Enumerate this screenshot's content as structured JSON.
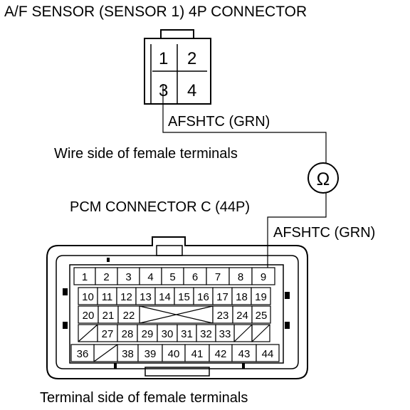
{
  "sensor_connector": {
    "title": "A/F SENSOR (SENSOR 1) 4P CONNECTOR",
    "pins": [
      "1",
      "2",
      "3",
      "4"
    ],
    "view_label": "Wire side of female terminals"
  },
  "wire": {
    "top_label": "AFSHTC (GRN)",
    "bottom_label": "AFSHTC (GRN)",
    "meter_symbol": "Ω"
  },
  "pcm_connector": {
    "title": "PCM CONNECTOR C (44P)",
    "view_label": "Terminal side of female terminals",
    "rows": [
      [
        "1",
        "2",
        "3",
        "4",
        "5",
        "6",
        "7",
        "8",
        "9"
      ],
      [
        "10",
        "11",
        "12",
        "13",
        "14",
        "15",
        "16",
        "17",
        "18",
        "19"
      ],
      [
        "20",
        "21",
        "22",
        "23",
        "24",
        "25"
      ],
      [
        "27",
        "28",
        "29",
        "30",
        "31",
        "32",
        "33"
      ],
      [
        "36",
        "38",
        "39",
        "40",
        "41",
        "42",
        "43",
        "44"
      ]
    ]
  },
  "colors": {
    "line": "#000000",
    "background": "#ffffff"
  }
}
